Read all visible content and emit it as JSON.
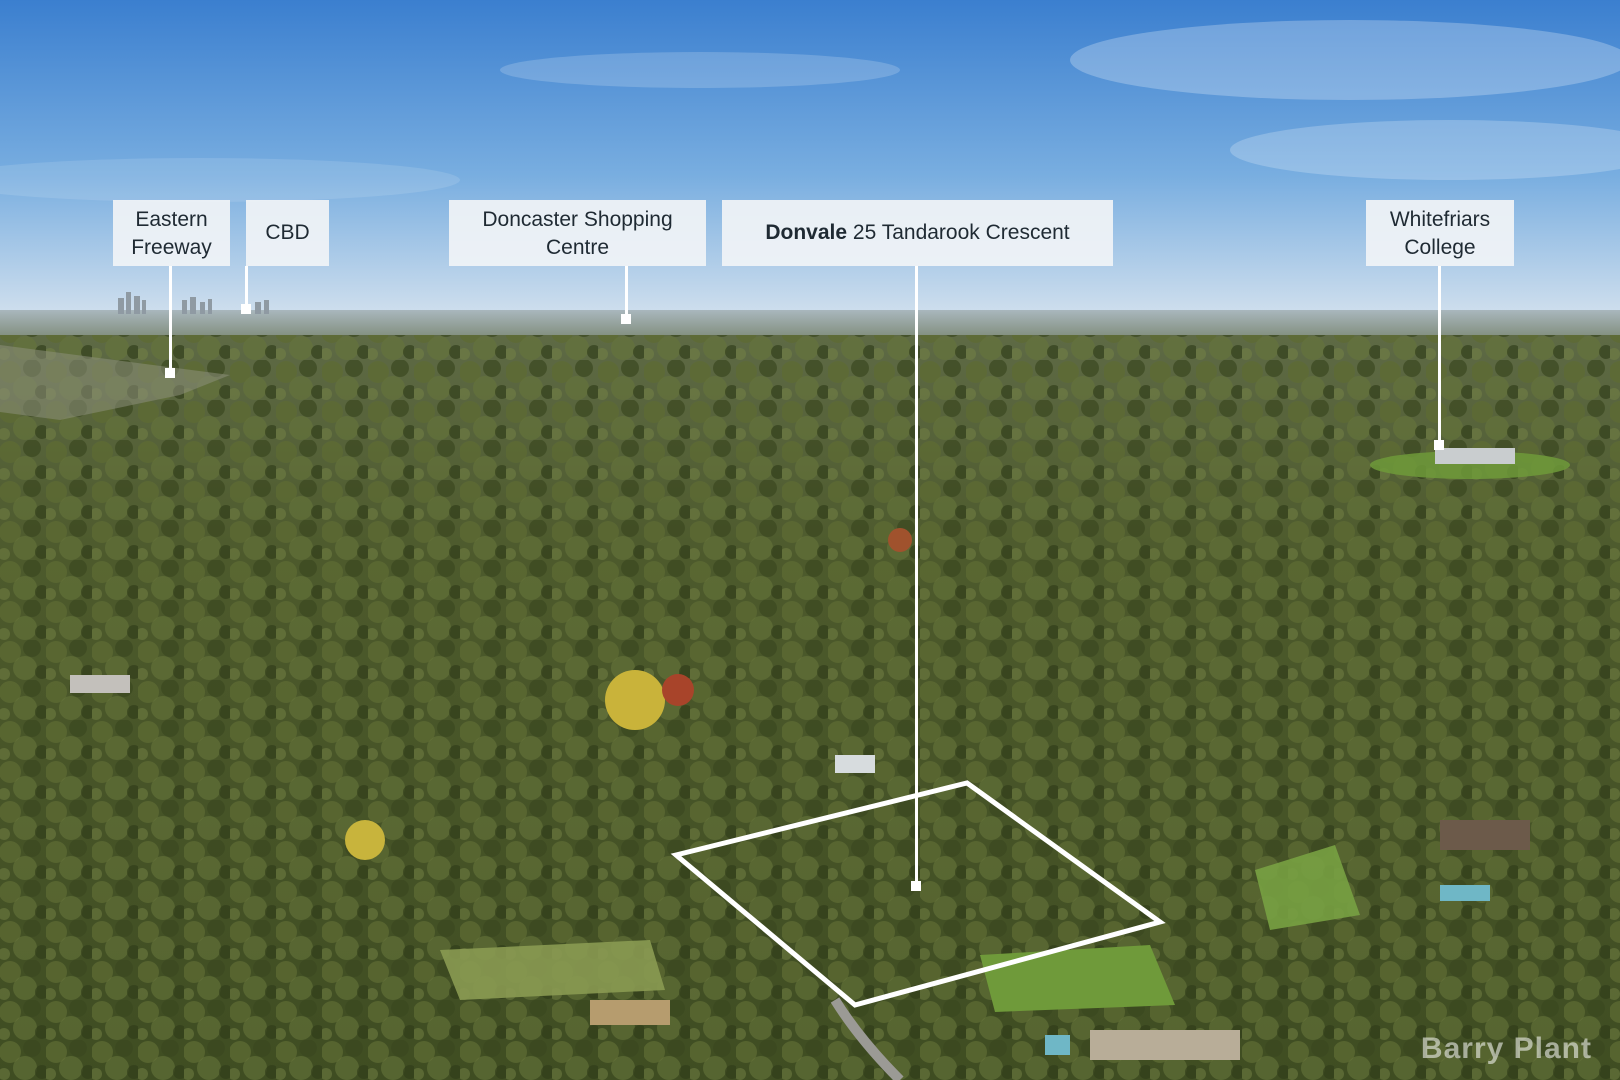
{
  "callouts": {
    "eastern_freeway": {
      "line1": "Eastern",
      "line2": "Freeway"
    },
    "cbd": {
      "label": "CBD"
    },
    "doncaster": {
      "line1": "Doncaster Shopping",
      "line2": "Centre"
    },
    "property": {
      "suburb": "Donvale",
      "address": "25 Tandarook Crescent"
    },
    "whitefriars": {
      "line1": "Whitefriars",
      "line2": "College"
    }
  },
  "watermark": {
    "text": "Barry Plant"
  },
  "colors": {
    "sky_top": "#3f82d0",
    "sky_horizon": "#d6e2ef",
    "forest": "#4c5a2a",
    "lawn": "#6f9a3a",
    "boundary": "#ffffff"
  }
}
